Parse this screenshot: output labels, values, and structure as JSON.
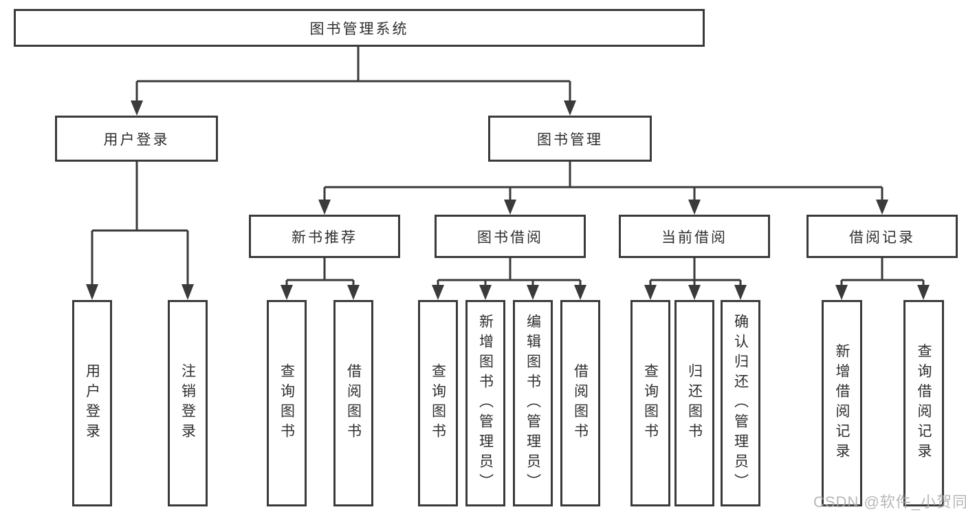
{
  "colors": {
    "line": "#3a3a3a",
    "box_fill": "#ffffff",
    "text": "#2f2f2f",
    "watermark": "#ababab",
    "background": "#ffffff"
  },
  "diagram": {
    "root": {
      "label": "图书管理系统"
    },
    "branches": [
      {
        "label": "用户登录",
        "leaves": [
          "用户登录",
          "注销登录"
        ]
      },
      {
        "label": "图书管理",
        "groups": [
          {
            "label": "新书推荐",
            "leaves": [
              "查询图书",
              "借阅图书"
            ]
          },
          {
            "label": "图书借阅",
            "leaves": [
              "查询图书",
              "新增图书（管理员）",
              "编辑图书（管理员）",
              "借阅图书"
            ]
          },
          {
            "label": "当前借阅",
            "leaves": [
              "查询图书",
              "归还图书",
              "确认归还（管理员）"
            ]
          },
          {
            "label": "借阅记录",
            "leaves": [
              "新增借阅记录",
              "查询借阅记录"
            ]
          }
        ]
      }
    ]
  },
  "watermark": {
    "text": "CSDN @软件_小贺同学"
  }
}
